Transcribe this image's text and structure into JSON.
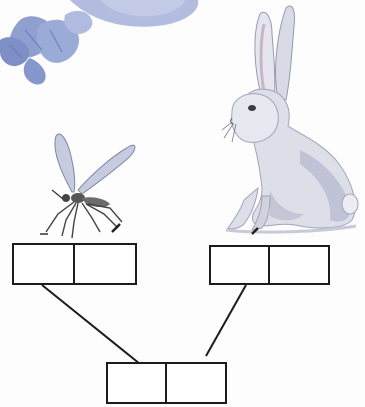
{
  "diagram": {
    "nodes": [
      {
        "id": "box-left",
        "picture": "mosquito",
        "slots": [
          "",
          ""
        ]
      },
      {
        "id": "box-right",
        "picture": "hare",
        "slots": [
          "",
          ""
        ]
      },
      {
        "id": "box-bottom",
        "picture": "",
        "slots": [
          "",
          ""
        ]
      }
    ],
    "links": [
      {
        "from": "box-left",
        "to": "box-bottom"
      },
      {
        "from": "box-right",
        "to": "box-bottom"
      }
    ]
  },
  "icons": {
    "top": "flower-stem-icon",
    "left": "mosquito-icon",
    "right": "hare-icon"
  },
  "colors": {
    "line": "#1c1c1c",
    "hare_fur": "#d9dbe6",
    "hare_shade": "#a6a8be",
    "flower_petal": "#9aa9d4",
    "flower_leaf": "#8d9fd0",
    "insect_wing": "#b8bdd2",
    "insect_body": "#5b5b5b"
  }
}
